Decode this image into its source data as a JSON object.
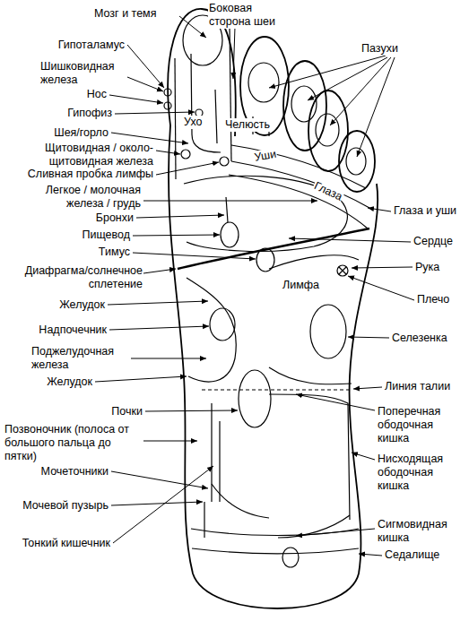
{
  "diagram": {
    "labels": [
      "Мозг и темя",
      "Боковая сторона шеи",
      "Гипоталамус",
      "Пазухи",
      "Шишковидная железа",
      "Нос",
      "Гипофиз",
      "Ухо",
      "Челюсть",
      "Шея/горло",
      "Щитовидная / около-щитовидная железа",
      "Уши",
      "Сливная пробка лимфы",
      "Глаза",
      "Легкое / молочная железа / грудь",
      "Глаза и уши",
      "Бронхи",
      "Сердце",
      "Пищевод",
      "Тимус",
      "Рука",
      "Диафрагма/солнечное сплетение",
      "Лимфа",
      "Плечо",
      "Желудок",
      "Надпочечник",
      "Селезенка",
      "Поджелудочная железа",
      "Желудок",
      "Линия талии",
      "Почки",
      "Поперечная ободочная кишка",
      "Позвоночник (полоса от большого пальца до пятки)",
      "Нисходящая ободочная кишка",
      "Мочеточники",
      "Мочевой пузырь",
      "Сигмовидная кишка",
      "Тонкий кишечник",
      "Седалище"
    ]
  }
}
